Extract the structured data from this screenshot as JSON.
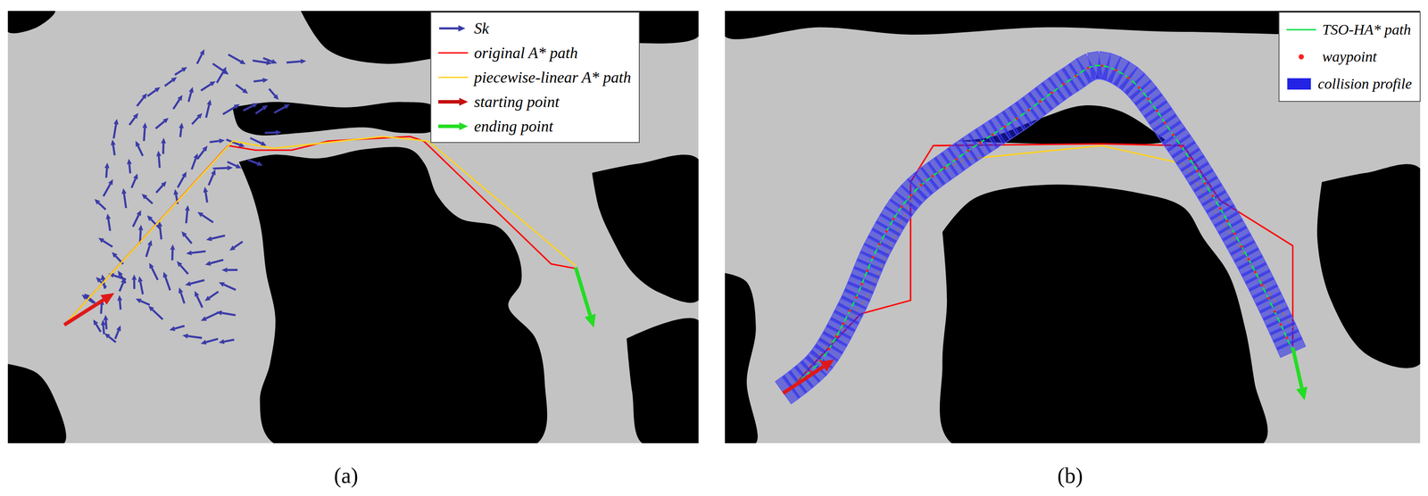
{
  "diagram": {
    "labels": [
      "(a)",
      "(b)"
    ],
    "legend": [
      {
        "text": "Sk"
      },
      {
        "text": "original A* path"
      },
      {
        "text": "piecewise-linear A* path"
      },
      {
        "text": "starting point"
      },
      {
        "text": "ending point"
      },
      {
        "text": "TSO-HA* path"
      },
      {
        "text": "waypoint"
      },
      {
        "text": "collision profile",
        "color": "#2323e6"
      }
    ]
  }
}
